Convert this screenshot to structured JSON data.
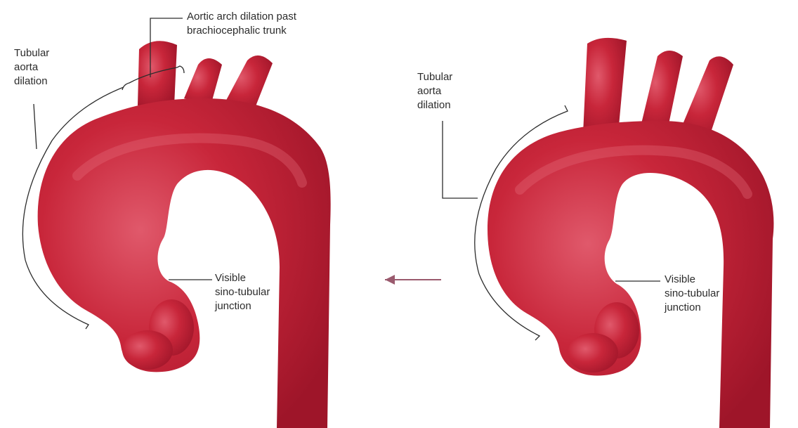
{
  "colors": {
    "aorta": "#c8263a",
    "aorta_dark": "#9e1529",
    "aorta_highlight": "#e0596b",
    "line": "#2c2c2c",
    "arrow": "#9a5a6e",
    "background": "#ffffff"
  },
  "left_panel": {
    "arch_label_line1": "Aortic arch dilation past",
    "arch_label_line2": "brachiocephalic trunk",
    "tubular_line1": "Tubular",
    "tubular_line2": "aorta",
    "tubular_line3": "dilation",
    "stj_line1": "Visible",
    "stj_line2": "sino-tubular",
    "stj_line3": "junction"
  },
  "right_panel": {
    "tubular_line1": "Tubular",
    "tubular_line2": "aorta",
    "tubular_line3": "dilation",
    "stj_line1": "Visible",
    "stj_line2": "sino-tubular",
    "stj_line3": "junction"
  },
  "center_arrow": {
    "direction": "left",
    "icon": "left-arrow-icon"
  }
}
